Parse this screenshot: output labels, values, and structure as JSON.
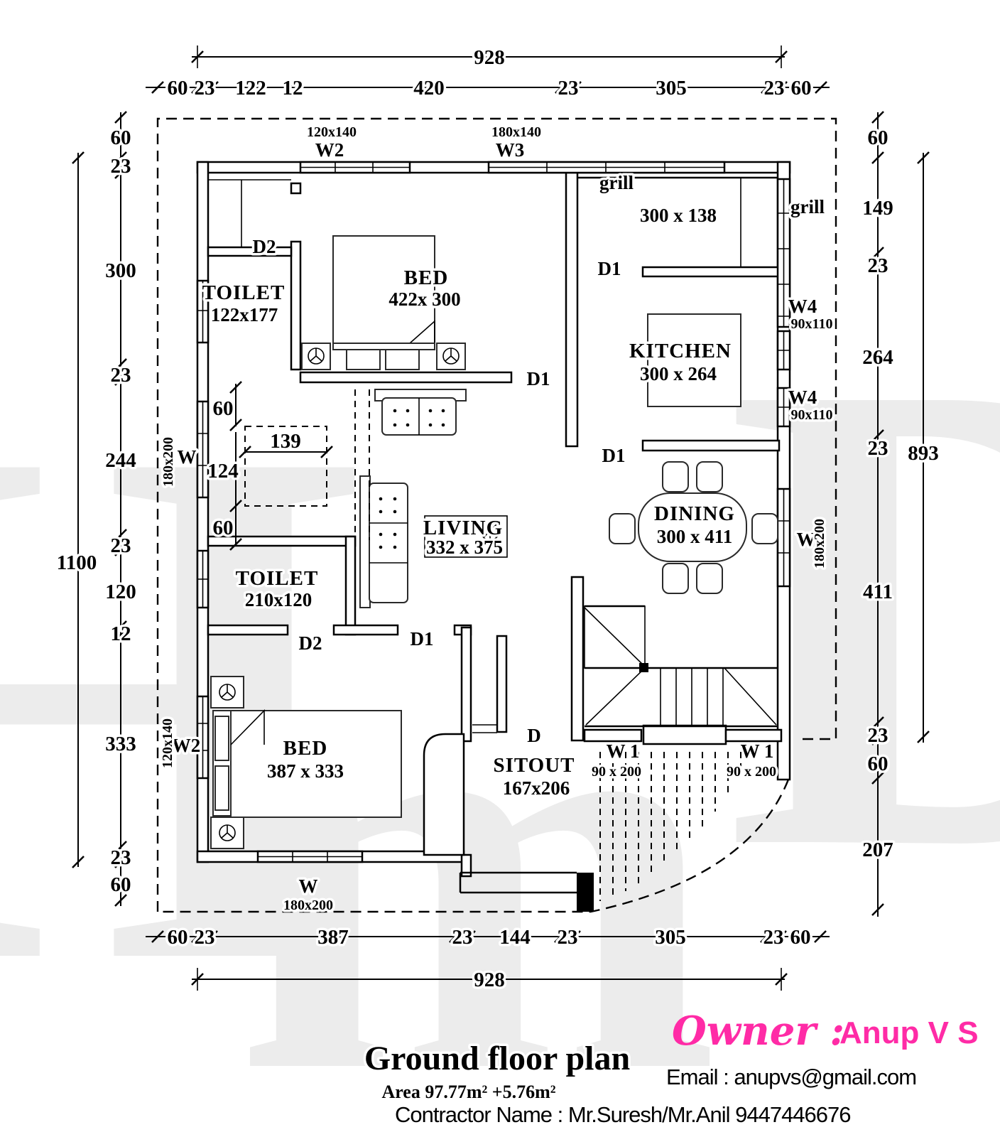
{
  "plan_title": "Ground floor plan",
  "footer": {
    "title": "Ground floor plan",
    "area": "Area   97.77m² +5.76m²",
    "contractor": "Contractor Name : Mr.Suresh/Mr.Anil 9447446676",
    "owner_label": "Owner :",
    "owner_name": "Anup V S",
    "email": "Email : anupvs@gmail.com"
  },
  "colors": {
    "accent_pink": "#ff2ba6",
    "ink": "#000000",
    "watermark": "#ececec"
  },
  "rooms": {
    "toilet1": {
      "name": "TOILET",
      "size": "122x177"
    },
    "bed1": {
      "name": "BED",
      "size": "422x 300"
    },
    "balcony": {
      "size": "300 x 138"
    },
    "kitchen": {
      "name": "KITCHEN",
      "size": "300 x 264"
    },
    "dining": {
      "name": "DINING",
      "size": "300 x 411"
    },
    "living": {
      "name": "LIVING",
      "size": "332 x 375"
    },
    "toilet2": {
      "name": "TOILET",
      "size": "210x120"
    },
    "bed2": {
      "name": "BED",
      "size": "387 x 333"
    },
    "sitout": {
      "name": "SITOUT",
      "size": "167x206"
    }
  },
  "openings": {
    "w2_top": {
      "label": "W2",
      "size": "120x140"
    },
    "w3_top": {
      "label": "W3",
      "size": "180x140"
    },
    "grill_top": "grill",
    "grill_right": "grill",
    "w4_a": {
      "label": "W4",
      "size": "90x110"
    },
    "w4_b": {
      "label": "W4",
      "size": "90x110"
    },
    "w_right": {
      "label": "W",
      "size": "180x200"
    },
    "w_left": {
      "label": "W",
      "size": "180x200"
    },
    "w2_left": {
      "label": "W2",
      "size": "120x140"
    },
    "w_bottom": {
      "label": "W",
      "size": "180x200"
    },
    "w1_left": {
      "label": "W 1",
      "size": "90 x 200"
    },
    "w1_right": {
      "label": "W 1",
      "size": "90 x 200"
    },
    "d1_bed1": "D1",
    "d1_balcony": "D1",
    "d1_kitchen": "D1",
    "d1_living": "D1",
    "d2_toilet1": "D2",
    "d2_toilet2": "D2",
    "d_sitout": "D"
  },
  "dims": {
    "top_overall": "928",
    "top": [
      "60",
      "23",
      "122",
      "12",
      "420",
      "23",
      "305",
      "23",
      "60"
    ],
    "bottom_overall": "928",
    "bottom": [
      "60",
      "23",
      "387",
      "23",
      "144",
      "23",
      "305",
      "23",
      "60"
    ],
    "left_overall": "1100",
    "left": [
      "60",
      "23",
      "300",
      "23",
      "244",
      "23",
      "120",
      "12",
      "333",
      "23",
      "60"
    ],
    "right_overall": "893",
    "right": [
      "60",
      "149",
      "23",
      "264",
      "23",
      "411",
      "23",
      "60",
      "207"
    ],
    "store": [
      "60",
      "139",
      "124",
      "60"
    ]
  }
}
